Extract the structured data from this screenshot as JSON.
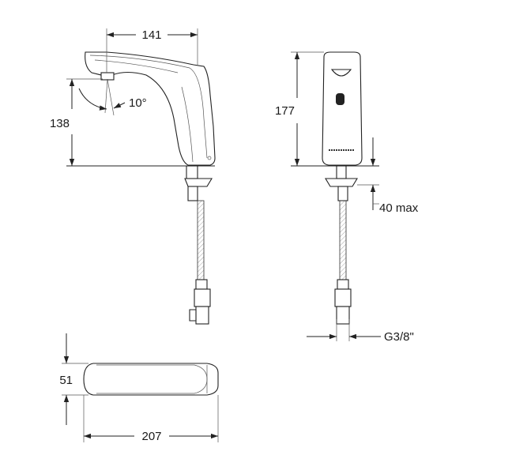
{
  "dimensions": {
    "side_width": "141",
    "side_height": "138",
    "angle": "10°",
    "front_height": "177",
    "deck_thickness": "40 max",
    "thread": "G3/8\"",
    "top_depth": "51",
    "top_length": "207"
  },
  "colors": {
    "line": "#222222",
    "background": "#ffffff"
  },
  "icons": {
    "arrowheads": "dimension-arrow"
  }
}
